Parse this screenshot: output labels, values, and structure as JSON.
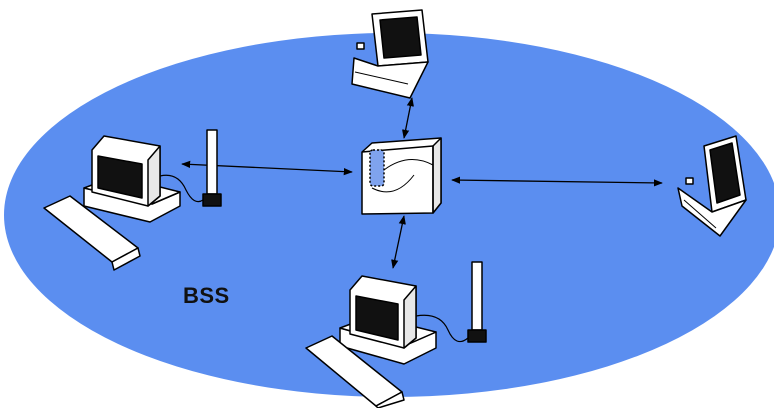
{
  "diagram": {
    "label": "BSS",
    "colors": {
      "area_fill": "#5b8ef0",
      "device_fill": "#ffffff",
      "outline": "#000000",
      "screen": "#111111",
      "ap_accent": "#7fa3ee"
    },
    "nodes": [
      {
        "id": "access-point",
        "kind": "access-point"
      },
      {
        "id": "laptop-top",
        "kind": "laptop"
      },
      {
        "id": "laptop-right",
        "kind": "laptop"
      },
      {
        "id": "desktop-left",
        "kind": "desktop-with-antenna"
      },
      {
        "id": "desktop-bottom",
        "kind": "desktop-with-antenna"
      }
    ],
    "links": [
      {
        "from": "access-point",
        "to": "laptop-top",
        "direction": "bidirectional"
      },
      {
        "from": "access-point",
        "to": "laptop-right",
        "direction": "bidirectional"
      },
      {
        "from": "access-point",
        "to": "desktop-left",
        "direction": "bidirectional"
      },
      {
        "from": "access-point",
        "to": "desktop-bottom",
        "direction": "bidirectional"
      }
    ]
  }
}
